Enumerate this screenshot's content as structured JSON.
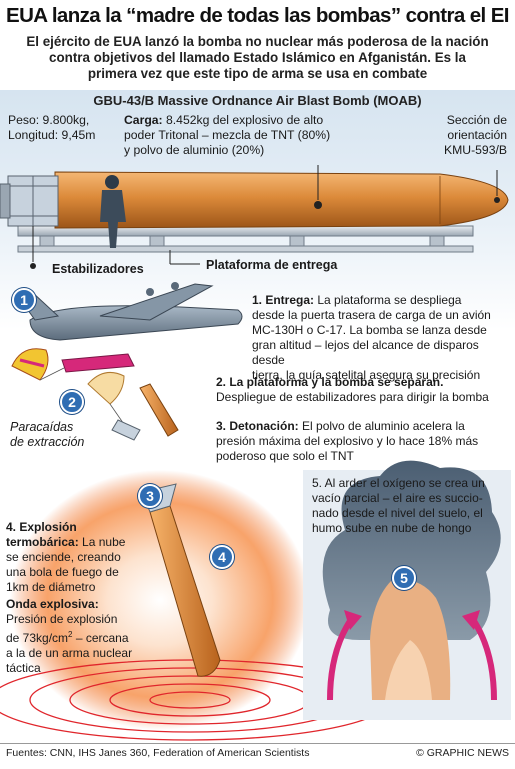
{
  "header": {
    "headline": "EUA lanza la “madre de todas las bombas” contra el EI",
    "subhead_lines": [
      "El ejército de EUA lanzó la bomba no nuclear más poderosa de la nación",
      "contra objetivos del llamado Estado Islámico en Afganistán. Es la",
      "primera vez que este tipo de arma se usa en combate"
    ]
  },
  "specs": {
    "title": "GBU-43/B Massive Ordnance Air Blast Bomb (MOAB)",
    "weight": "Peso: 9.800kg,",
    "length": "Longitud: 9,45m",
    "payload_label": "Carga:",
    "payload_lines": [
      " 8.452kg del explosivo de alto",
      "poder Tritonal – mezcla de TNT (80%)",
      "y polvo de aluminio (20%)"
    ],
    "guidance_lines": [
      "Sección de",
      "orientación",
      "KMU-593/B"
    ],
    "stabilizers": "Estabilizadores",
    "platform": "Plataforma de entrega"
  },
  "steps": {
    "step1": {
      "badge": "1",
      "title": "1. Entrega:",
      "lines": [
        " La plataforma se despliega",
        "desde la puerta trasera de carga de un avión",
        "MC-130H o C-17. La bomba se lanza desde",
        "gran altitud – lejos del alcance de disparos desde",
        "tierra, la guía satelital asegura su precisión"
      ]
    },
    "step2": {
      "badge": "2",
      "title": "2. La plataforma y la bomba se separan.",
      "line": "Despliegue de estabilizadores para dirigir la bomba",
      "parachute_lines": [
        "Paracaídas",
        "de extracción"
      ]
    },
    "step3": {
      "badge": "3",
      "title": "3. Detonación:",
      "lines": [
        " El polvo de aluminio acelera la",
        "presión máxima del explosivo y lo hace 18% más",
        "poderoso que solo el TNT"
      ]
    },
    "step4": {
      "badge": "4",
      "title_lines": [
        "4. Explosión",
        "termobárica:"
      ],
      "title_tail": " La nube",
      "lines": [
        "se enciende, creando",
        "una bola de fuego de",
        "1km de diámetro"
      ],
      "wave_title": "Onda explosiva:",
      "wave_lines": [
        "Presión de explosión",
        "de 73kg/cm",
        " – cercana",
        "a la de un arma nuclear",
        "táctica"
      ],
      "wave_sup": "2"
    },
    "step5": {
      "badge": "5",
      "lines": [
        "5. Al arder el oxígeno se crea un",
        "vacío parcial – el aire es succio-",
        "nado desde el nivel del suelo, el",
        "humo sube en nube de hongo"
      ]
    }
  },
  "footer": {
    "sources": "Fuentes: CNN, IHS Janes 360, Federation of American Scientists",
    "credit": "© GRAPHIC NEWS"
  },
  "colors": {
    "bomb": "#d9822b",
    "badge": "#2f6db3",
    "fireball": "#f07a3a",
    "arrows": "#d6287a",
    "smoke": "#5b6f82"
  }
}
